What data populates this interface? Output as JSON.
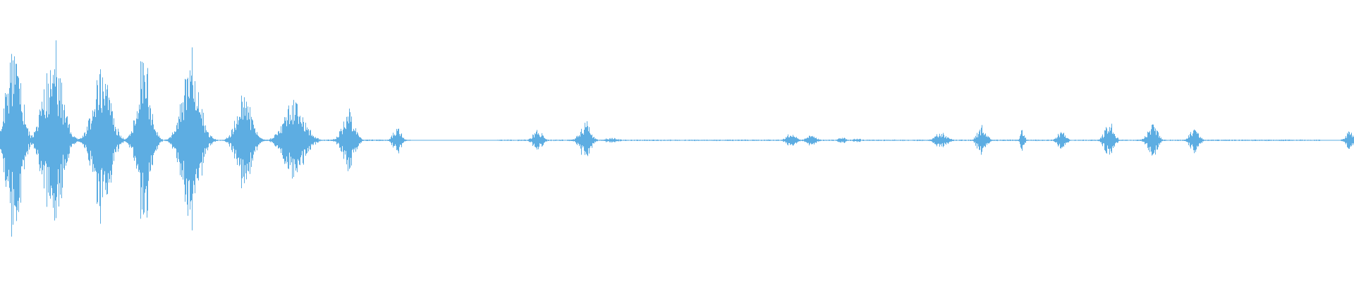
{
  "waveform": {
    "color": "#5dade2",
    "background": "#ffffff",
    "bursts": [
      {
        "center": 0.01,
        "width": 0.022,
        "amp": 0.8
      },
      {
        "center": 0.039,
        "width": 0.028,
        "amp": 0.73
      },
      {
        "center": 0.075,
        "width": 0.024,
        "amp": 0.78
      },
      {
        "center": 0.106,
        "width": 0.02,
        "amp": 0.7
      },
      {
        "center": 0.141,
        "width": 0.026,
        "amp": 0.68
      },
      {
        "center": 0.18,
        "width": 0.022,
        "amp": 0.4
      },
      {
        "center": 0.217,
        "width": 0.03,
        "amp": 0.35
      },
      {
        "center": 0.257,
        "width": 0.018,
        "amp": 0.24
      },
      {
        "center": 0.293,
        "width": 0.012,
        "amp": 0.11
      },
      {
        "center": 0.397,
        "width": 0.014,
        "amp": 0.08
      },
      {
        "center": 0.432,
        "width": 0.016,
        "amp": 0.15
      },
      {
        "center": 0.452,
        "width": 0.02,
        "amp": 0.02
      },
      {
        "center": 0.584,
        "width": 0.014,
        "amp": 0.06
      },
      {
        "center": 0.599,
        "width": 0.014,
        "amp": 0.05
      },
      {
        "center": 0.622,
        "width": 0.01,
        "amp": 0.03
      },
      {
        "center": 0.633,
        "width": 0.01,
        "amp": 0.02
      },
      {
        "center": 0.695,
        "width": 0.018,
        "amp": 0.06
      },
      {
        "center": 0.725,
        "width": 0.014,
        "amp": 0.12
      },
      {
        "center": 0.755,
        "width": 0.006,
        "amp": 0.1
      },
      {
        "center": 0.784,
        "width": 0.012,
        "amp": 0.08
      },
      {
        "center": 0.819,
        "width": 0.014,
        "amp": 0.15
      },
      {
        "center": 0.851,
        "width": 0.014,
        "amp": 0.15
      },
      {
        "center": 0.882,
        "width": 0.014,
        "amp": 0.1
      },
      {
        "center": 0.997,
        "width": 0.012,
        "amp": 0.08
      }
    ],
    "noise_floor": 0.004,
    "silent_spans": [
      [
        0.303,
        0.367
      ],
      [
        0.975,
        0.99
      ]
    ]
  }
}
